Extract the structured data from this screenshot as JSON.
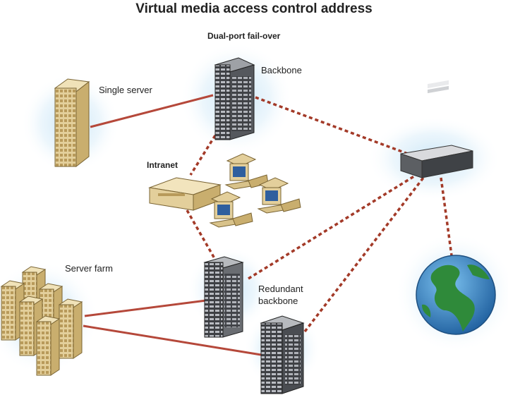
{
  "title": "Virtual media access control address",
  "labels": {
    "dual_port": "Dual-port fail-over",
    "backbone": "Backbone",
    "single_server": "Single server",
    "intranet": "Intranet",
    "server_farm": "Server farm",
    "redundant_line1": "Redundant",
    "redundant_line2": "backbone"
  },
  "colors": {
    "solid_link": "#b5483a",
    "dashed_link": "#a33a28",
    "glow": "#cfe8f7",
    "tan_device": "#e3cf9b",
    "dark_rack": "#3e4044",
    "grey_rack": "#8c8f95",
    "ocean": "#2f7fc0",
    "land": "#2f8a3a"
  },
  "icons": [
    "server-tower-icon",
    "rack-server-icon",
    "switch-icon",
    "workstation-icon",
    "globe-icon"
  ]
}
